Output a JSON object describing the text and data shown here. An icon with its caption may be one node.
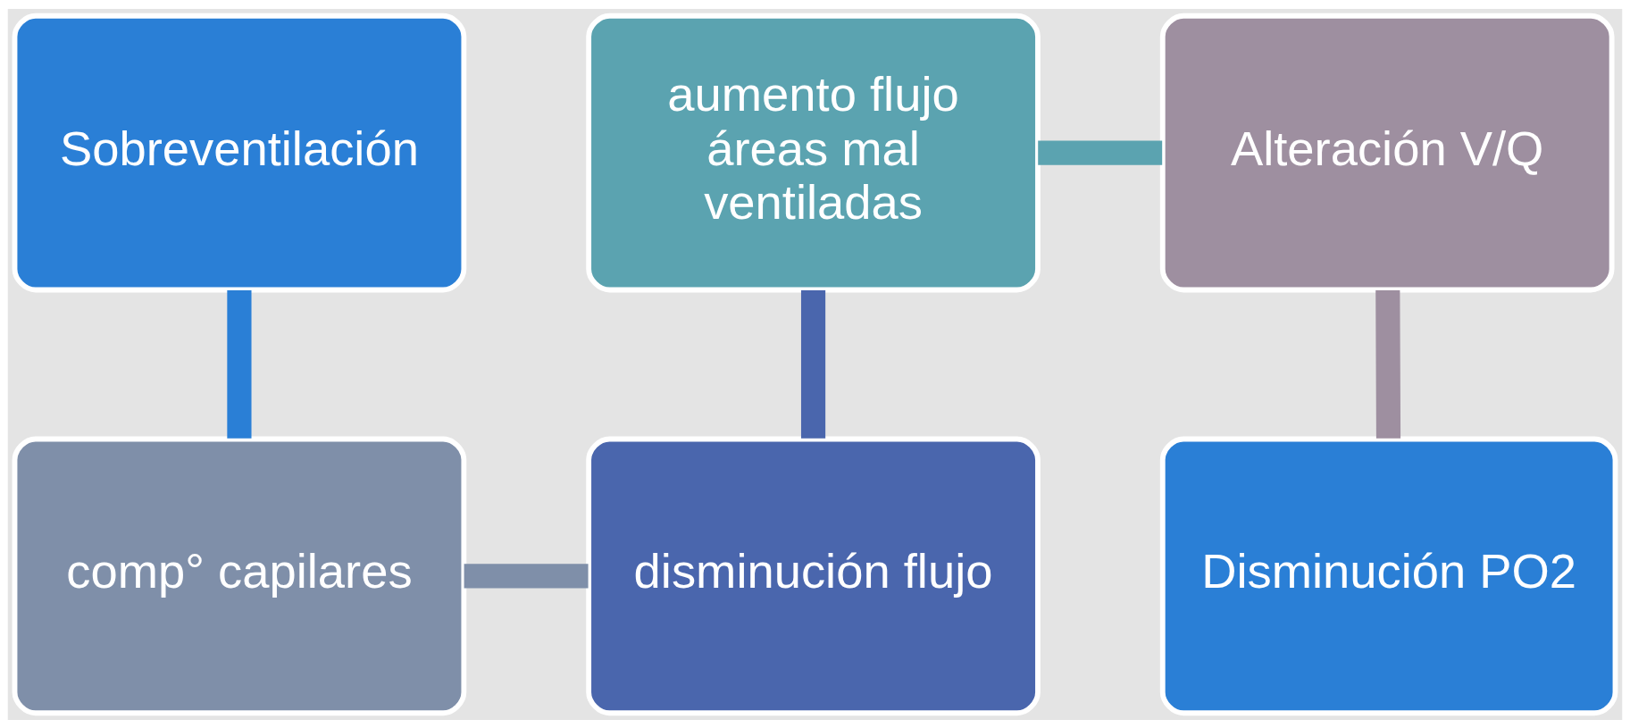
{
  "diagram": {
    "nodes": [
      {
        "text": [
          "Sobreventilación"
        ]
      },
      {
        "text": [
          "comp° capilares"
        ]
      },
      {
        "text": [
          "disminución flujo"
        ]
      },
      {
        "text": [
          "aumento flujo áreas mal ventiladas"
        ]
      },
      {
        "text": [
          "Alteración V/Q"
        ]
      },
      {
        "text": [
          "Disminución PO2"
        ]
      }
    ],
    "edges": [
      {
        "from": 0,
        "to": 1,
        "arrow": "none",
        "color": "#2a7fd6"
      },
      {
        "from": 1,
        "to": 2,
        "arrow": "none",
        "color": "#7f8fa9"
      },
      {
        "from": 2,
        "to": 3,
        "arrow": "none",
        "color": "#4a66ad"
      },
      {
        "from": 3,
        "to": 4,
        "arrow": "none",
        "color": "#5ba3b0"
      },
      {
        "from": 4,
        "to": 5,
        "arrow": "none",
        "color": "#9e8fa0"
      }
    ]
  }
}
